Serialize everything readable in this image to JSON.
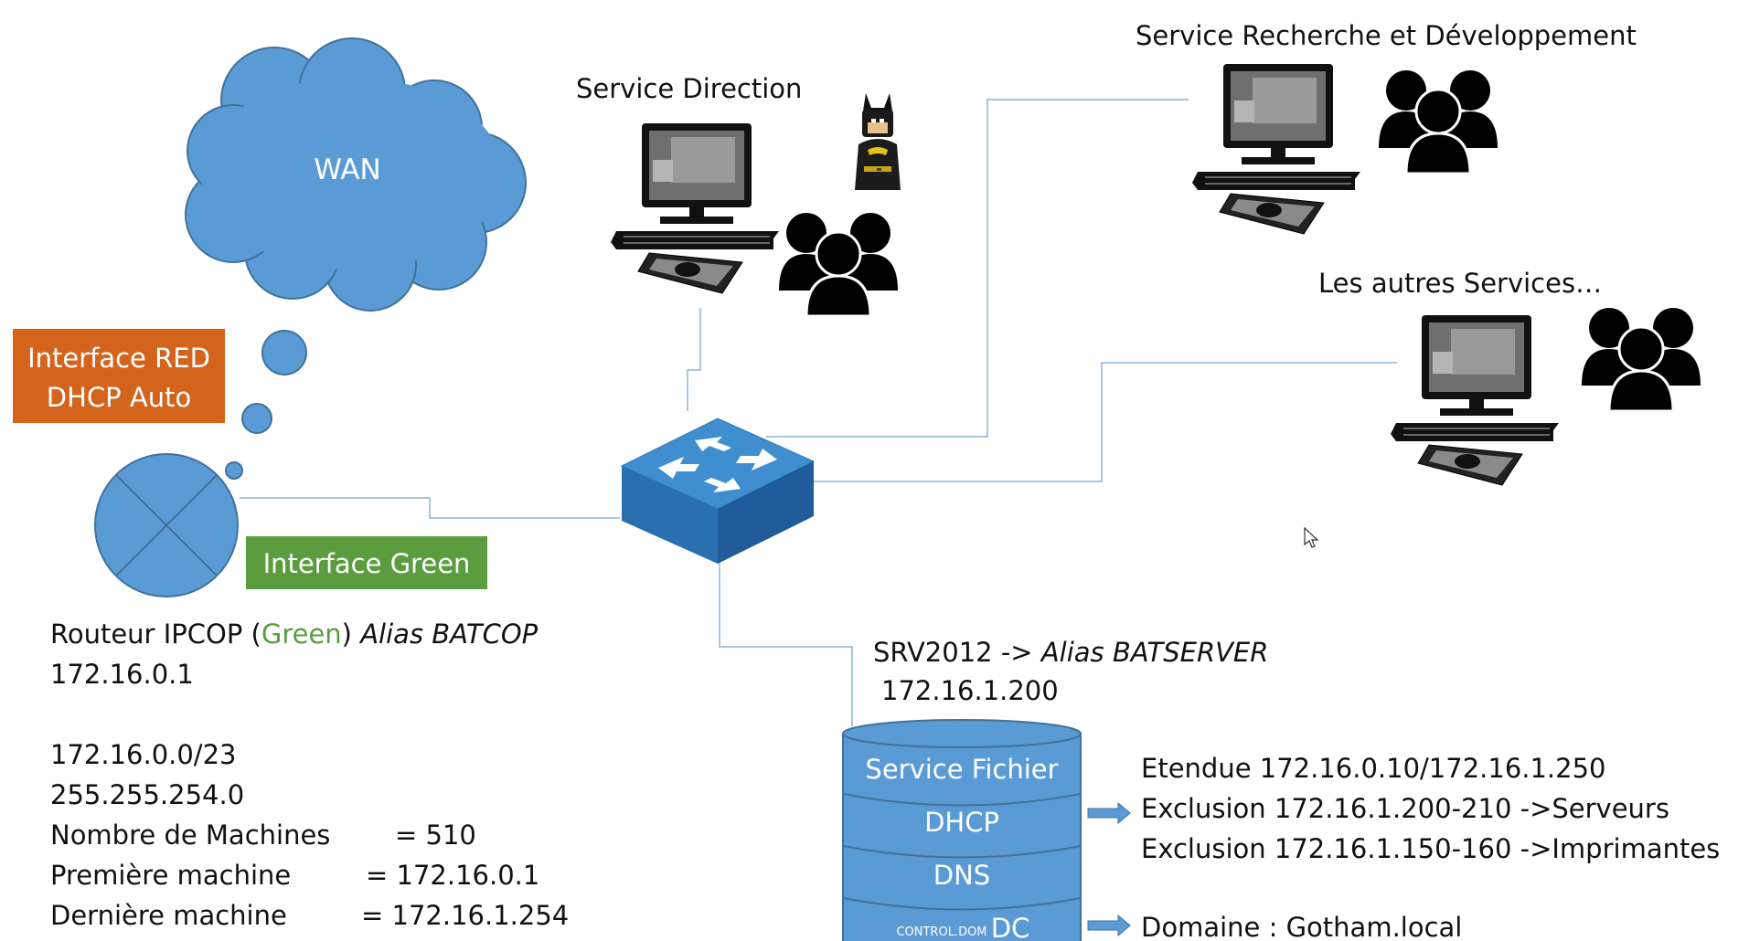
{
  "wan": {
    "label": "WAN"
  },
  "interfaces": {
    "red": {
      "line1": "Interface RED",
      "line2": "DHCP Auto",
      "color": "#D4641C"
    },
    "green": {
      "label": "Interface Green",
      "color": "#5B9C3F"
    }
  },
  "services": {
    "direction": "Service Direction",
    "rd": "Service Recherche et Développement",
    "others": "Les autres Services…"
  },
  "router": {
    "line1_prefix": "Routeur IPCOP (",
    "line1_green": "Green",
    "line1_mid": ") ",
    "line1_alias": "Alias BATCOP",
    "ip": "172.16.0.1",
    "network": "172.16.0.0/23",
    "mask": "255.255.254.0",
    "rows": [
      {
        "label": "Nombre de Machines",
        "value": "= 510"
      },
      {
        "label": "Première machine",
        "value": "= 172.16.0.1"
      },
      {
        "label": "Dernière machine",
        "value": "= 172.16.1.254"
      }
    ]
  },
  "server": {
    "title_prefix": "SRV2012 -> ",
    "title_alias": "Alias BATSERVER",
    "ip": "172.16.1.200",
    "layers": [
      "Service Fichier",
      "DHCP",
      "DNS"
    ],
    "dc_small": "CONTROL.DOM",
    "dc_label": "DC"
  },
  "dhcp_info": [
    "Etendue 172.16.0.10/172.16.1.250",
    "Exclusion 172.16.1.200-210 ->Serveurs",
    "Exclusion 172.16.1.150-160 ->Imprimantes"
  ],
  "domain_info": "Domaine : Gotham.local",
  "colors": {
    "blue": "#5B9BD5",
    "blue_dark": "#41719C",
    "switch_top": "#3F8FD0",
    "switch_front": "#1F5C99",
    "line": "#8FB3D9"
  }
}
